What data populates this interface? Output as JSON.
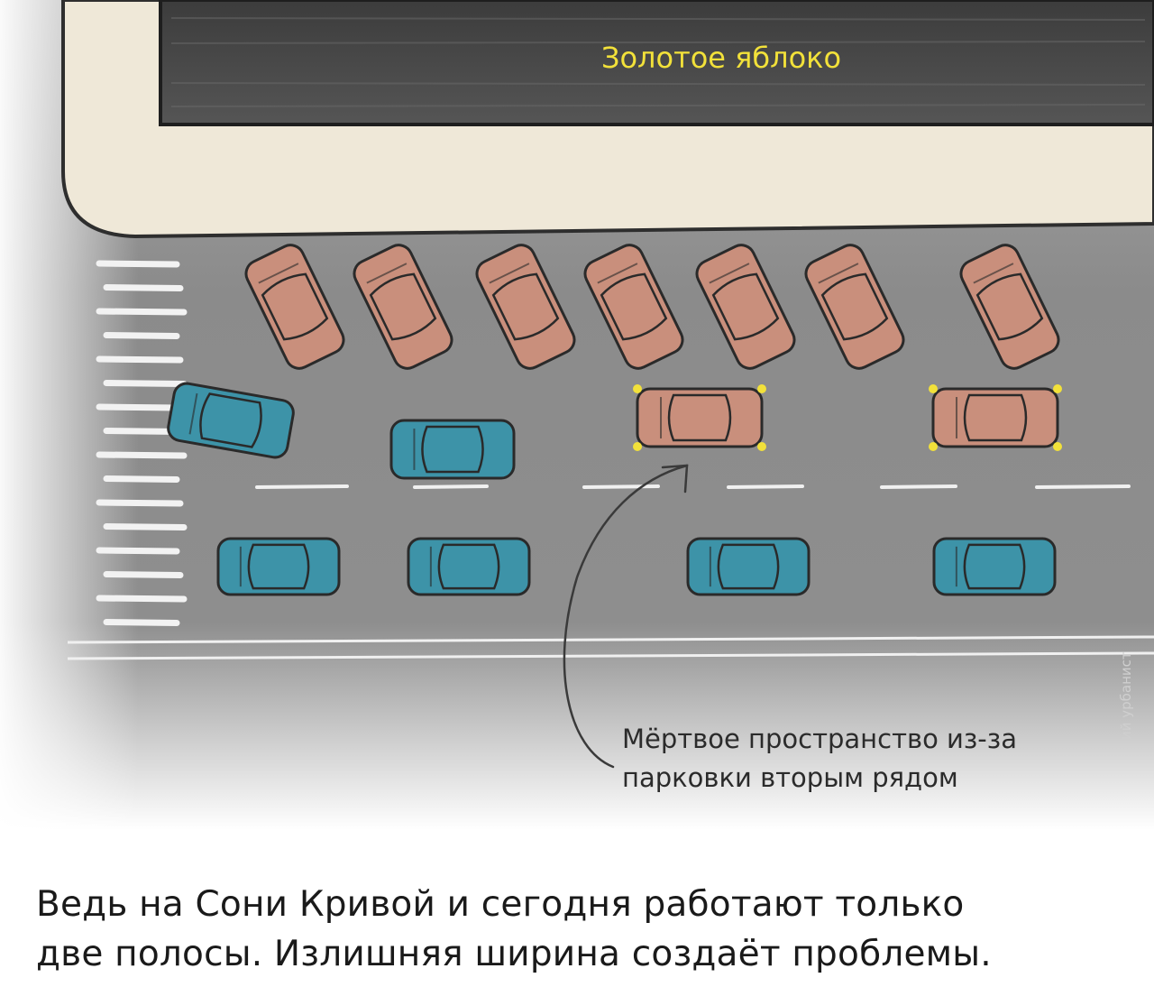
{
  "store_sign": "Золотое яблоко",
  "annotation": {
    "line1": "Мёртвое пространство из-за",
    "line2": "парковки вторым рядом"
  },
  "caption": {
    "line1": "Ведь на Сони Кривой и сегодня работают только",
    "line2": "две полосы. Излишняя ширина создаёт проблемы."
  },
  "watermark": "ий урбанист",
  "colors": {
    "road": "#8a8a8a",
    "sidewalk": "#efe8d8",
    "building": "#4a4a4a",
    "sign_text": "#f2e13a",
    "parked_car": "#c98f7c",
    "moving_car": "#3d93a8",
    "hazard_light": "#f2e13a"
  }
}
